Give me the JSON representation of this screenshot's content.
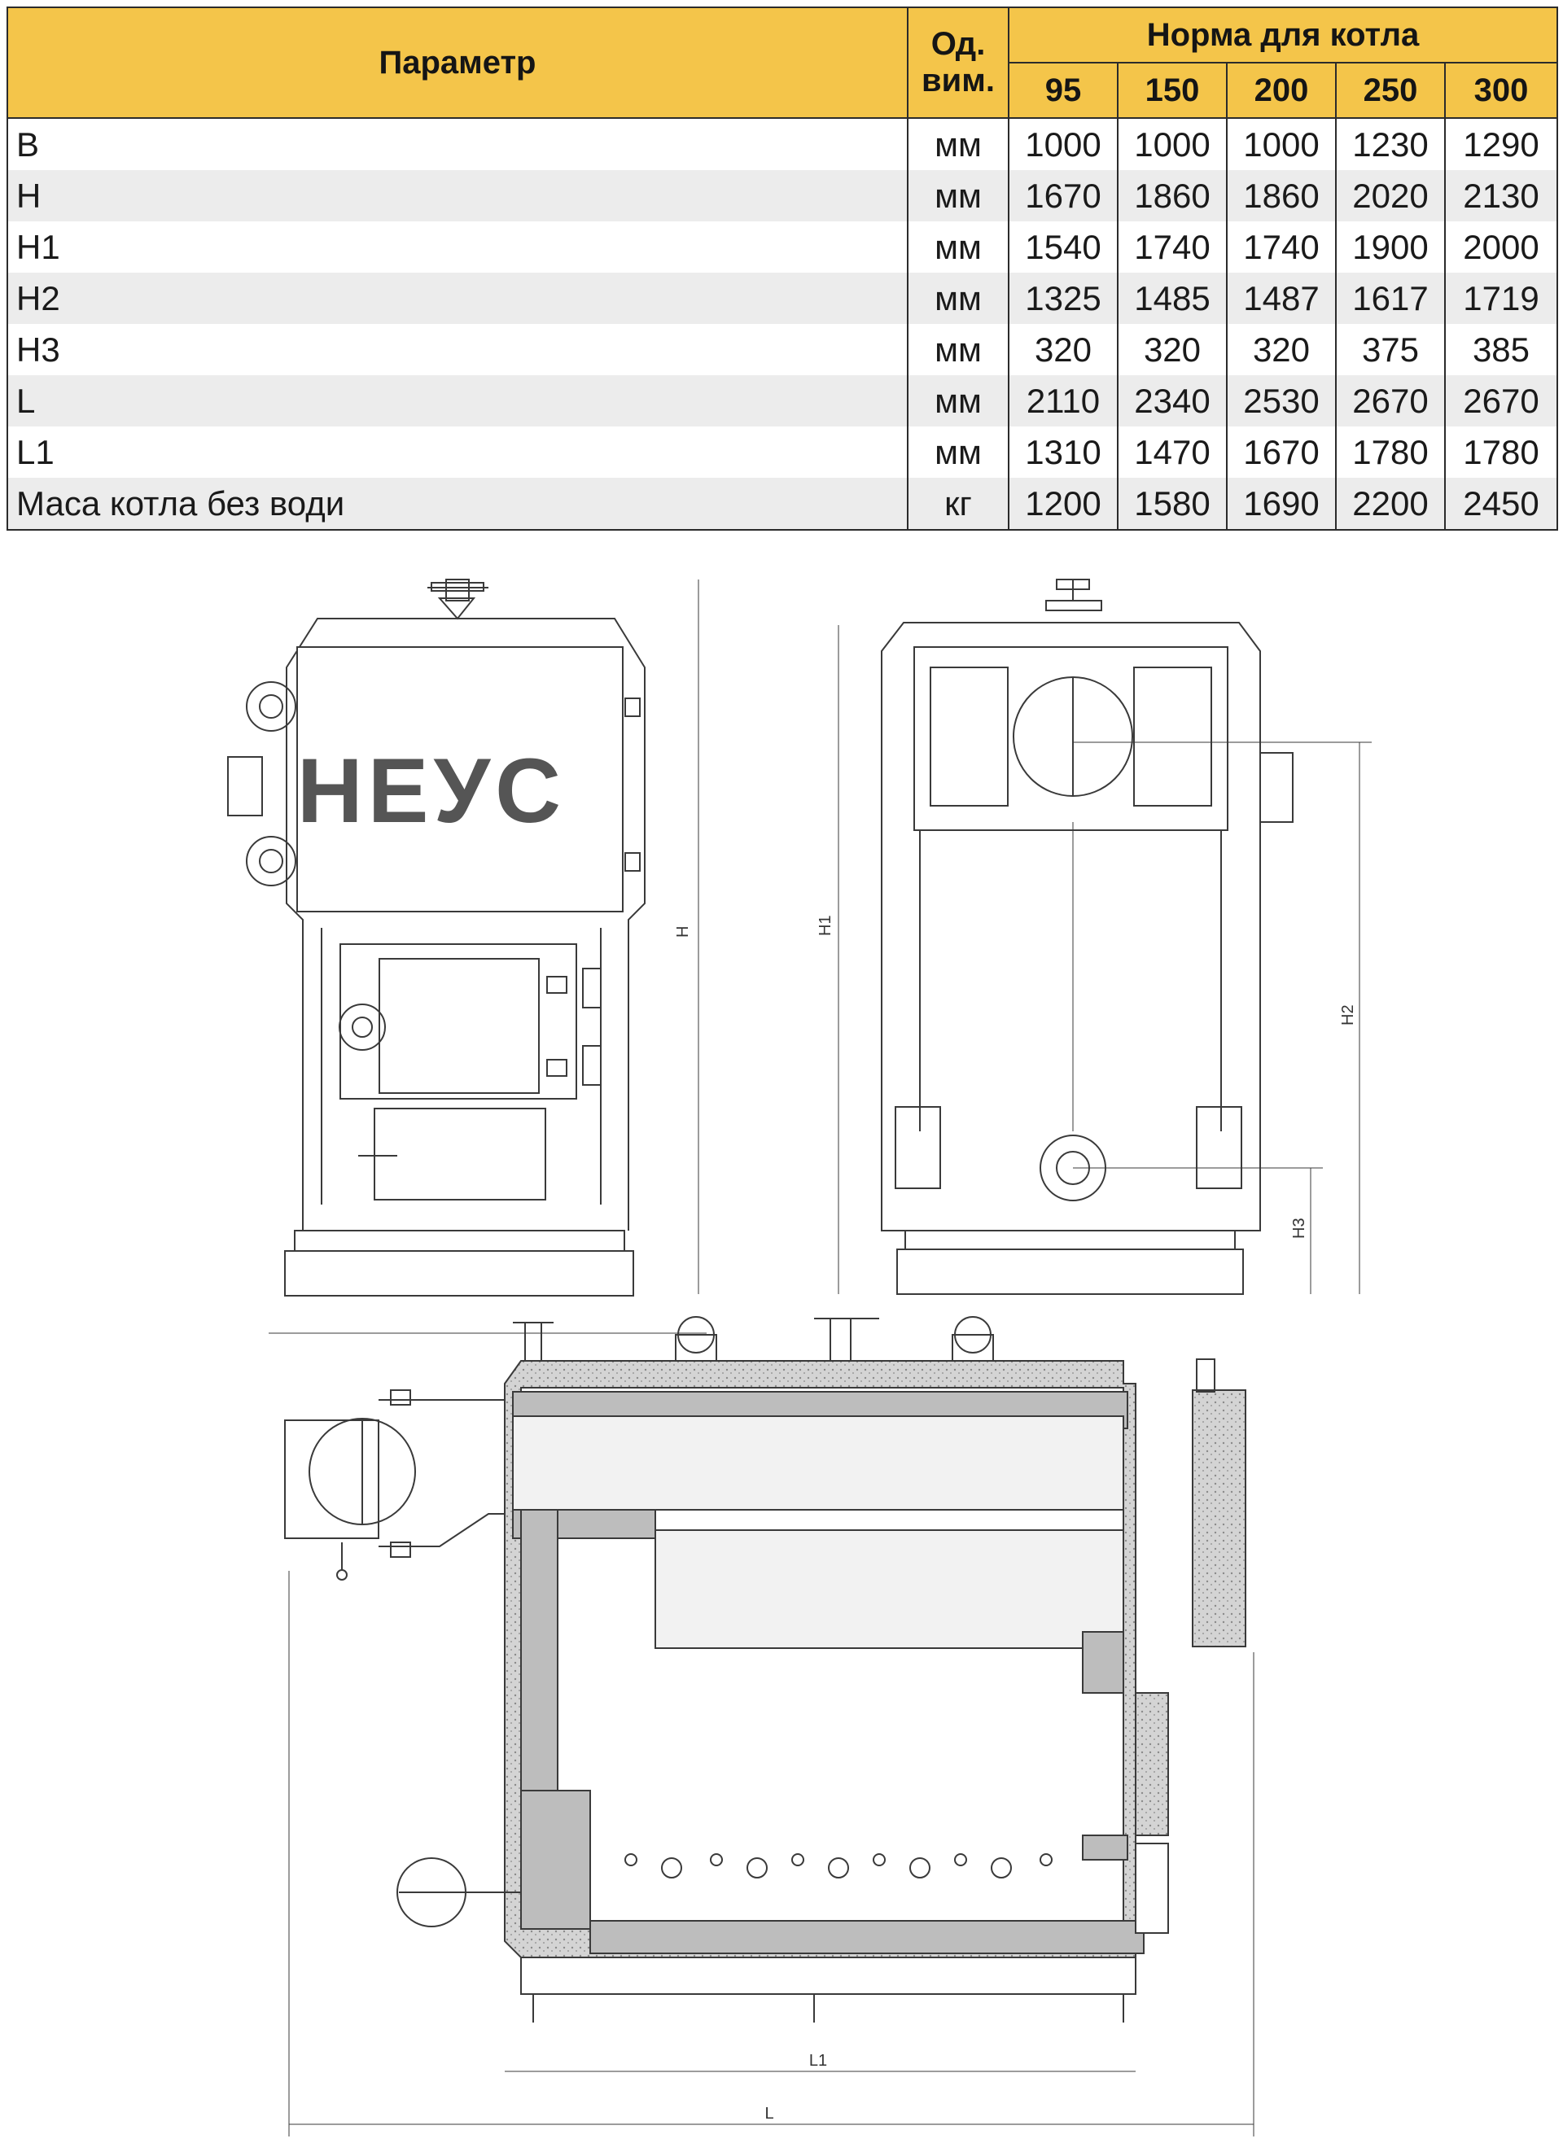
{
  "table": {
    "header": {
      "parameter": "Параметр",
      "unit_line1": "Од.",
      "unit_line2": "вим.",
      "norm": "Норма для котла",
      "models": [
        "95",
        "150",
        "200",
        "250",
        "300"
      ]
    },
    "rows": [
      {
        "param": "B",
        "unit": "мм",
        "values": [
          "1000",
          "1000",
          "1000",
          "1230",
          "1290"
        ]
      },
      {
        "param": "H",
        "unit": "мм",
        "values": [
          "1670",
          "1860",
          "1860",
          "2020",
          "2130"
        ]
      },
      {
        "param": "H1",
        "unit": "мм",
        "values": [
          "1540",
          "1740",
          "1740",
          "1900",
          "2000"
        ]
      },
      {
        "param": "H2",
        "unit": "мм",
        "values": [
          "1325",
          "1485",
          "1487",
          "1617",
          "1719"
        ]
      },
      {
        "param": "H3",
        "unit": "мм",
        "values": [
          "320",
          "320",
          "320",
          "375",
          "385"
        ]
      },
      {
        "param": "L",
        "unit": "мм",
        "values": [
          "2110",
          "2340",
          "2530",
          "2670",
          "2670"
        ]
      },
      {
        "param": "L1",
        "unit": "мм",
        "values": [
          "1310",
          "1470",
          "1670",
          "1780",
          "1780"
        ]
      },
      {
        "param": "Маса котла без води",
        "unit": "кг",
        "values": [
          "1200",
          "1580",
          "1690",
          "2200",
          "2450"
        ]
      }
    ]
  },
  "drawings": {
    "brand_logo": "НЕУС",
    "dim_labels": {
      "h": "H",
      "h1": "H1",
      "h2": "H2",
      "h3": "H3",
      "l": "L",
      "l1": "L1"
    }
  },
  "colors": {
    "header_bg": "#f4c54a",
    "stripe": "#ececec",
    "line": "#3a3a3a",
    "insulation": "#cfcfcf"
  }
}
